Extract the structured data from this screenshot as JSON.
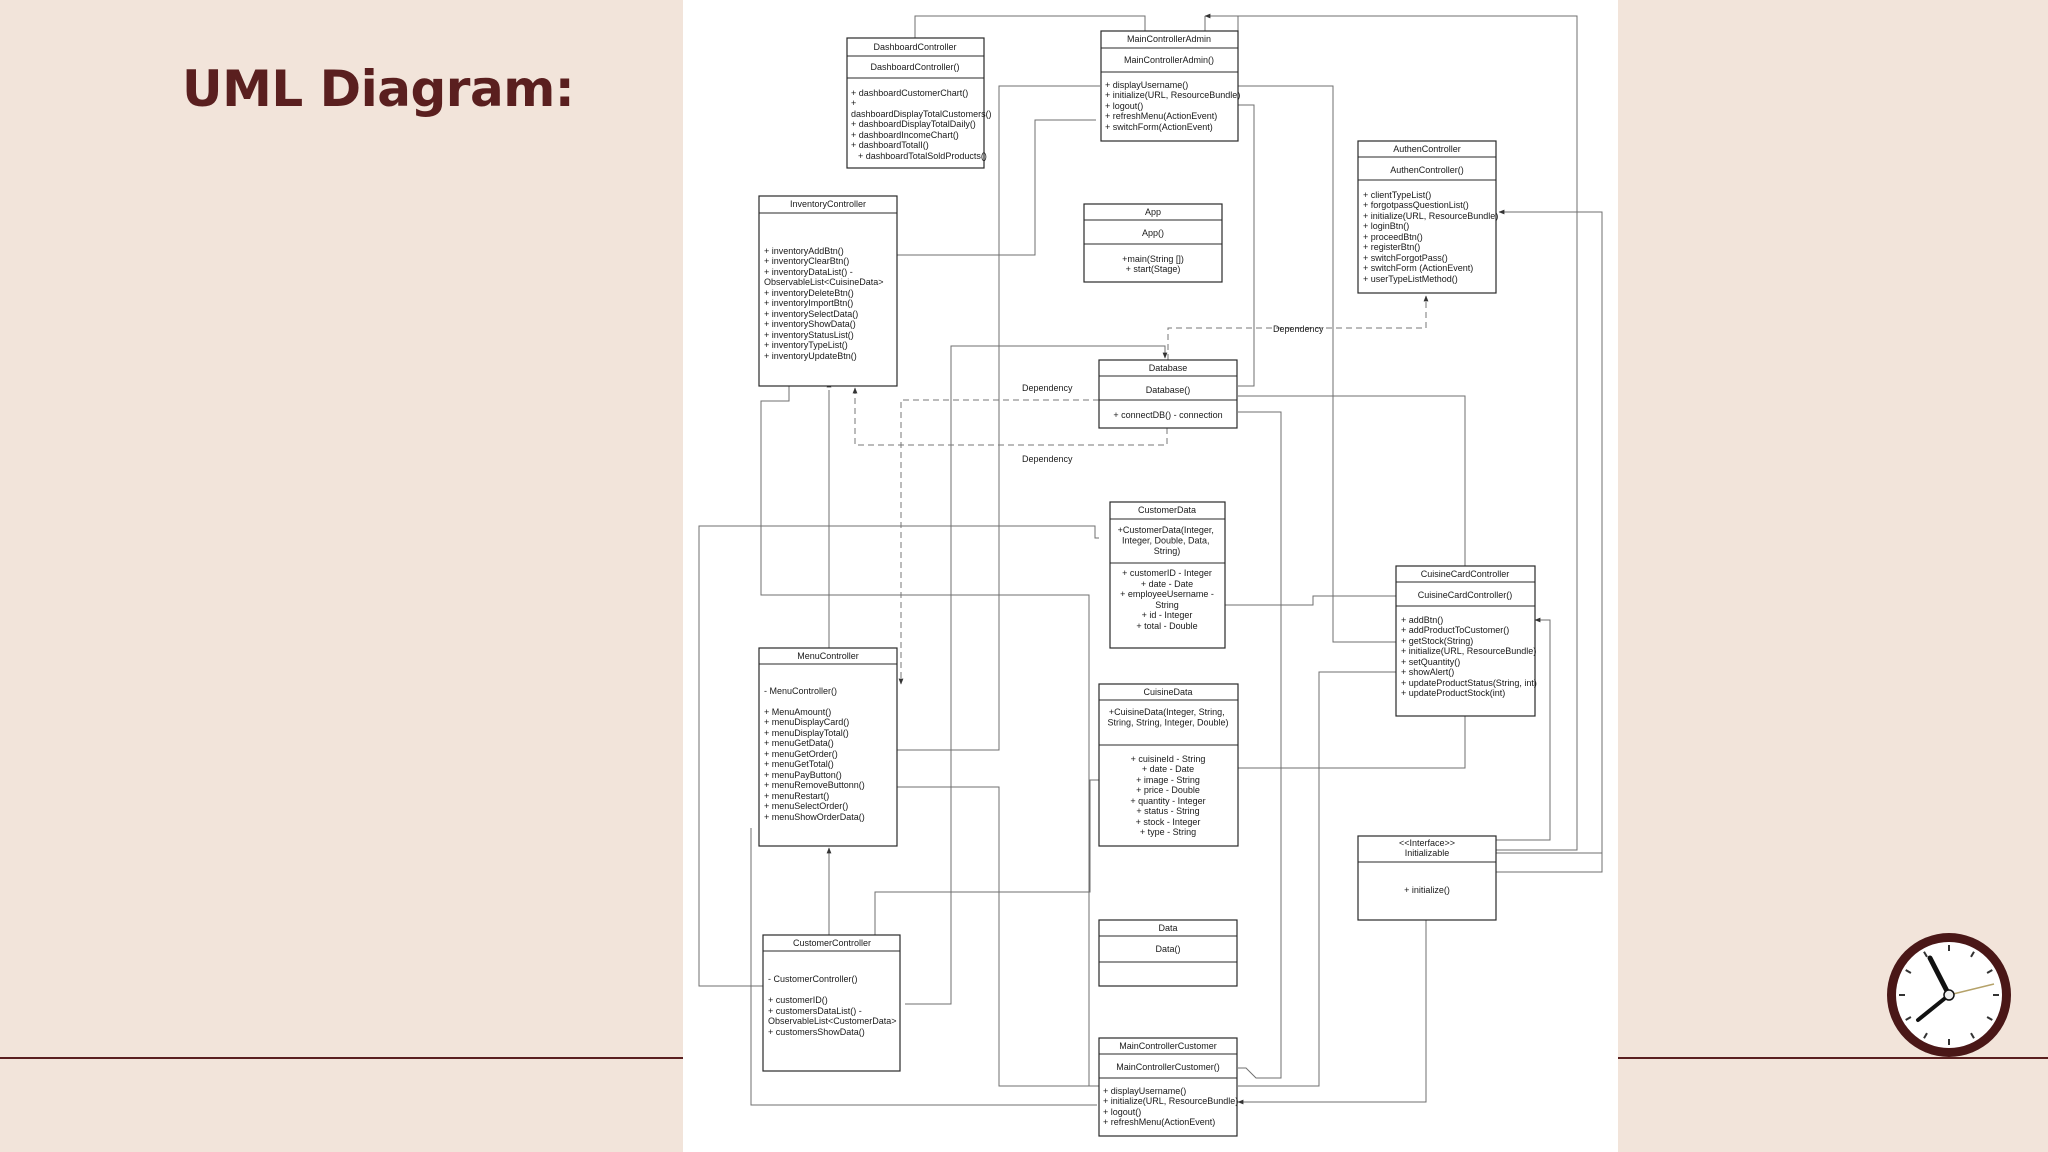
{
  "slide": {
    "title": "UML Diagram:"
  },
  "colors": {
    "background": "#f2e4da",
    "accent": "#5a1f1f",
    "panel": "#ffffff"
  },
  "diagram": {
    "classes": [
      {
        "id": "dashboard",
        "name": "DashboardController",
        "constructor": "DashboardController()",
        "members": [
          "+ dashboardCustomerChart()",
          "+",
          "dashboardDisplayTotalCustomers()",
          "+ dashboardDisplayTotalDaily()",
          "+ dashboardIncomeChart()",
          "+ dashboardTotalI()",
          "+ dashboardTotalSoldProducts()"
        ]
      },
      {
        "id": "mainAdmin",
        "name": "MainControllerAdmin",
        "constructor": "MainControllerAdmin()",
        "members": [
          "+ displayUsername()",
          "+ initialize(URL, ResourceBundle)",
          "+ logout()",
          "+ refreshMenu(ActionEvent)",
          "+ switchForm(ActionEvent)"
        ]
      },
      {
        "id": "authen",
        "name": "AuthenController",
        "constructor": "AuthenController()",
        "members": [
          "+ clientTypeList()",
          "+ forgotpassQuestionList()",
          "+ initialize(URL, ResourceBundle)",
          "+ loginBtn()",
          "+ proceedBtn()",
          "+ registerBtn()",
          "+ switchForgotPass()",
          "+ switchForm (ActionEvent)",
          "+ userTypeListMethod()"
        ]
      },
      {
        "id": "inventory",
        "name": "InventoryController",
        "constructor": "",
        "members": [
          "+ inventoryAddBtn()",
          "+ inventoryClearBtn()",
          "+ inventoryDataList() -",
          "ObservableList<CuisineData>",
          "+ inventoryDeleteBtn()",
          "+ inventoryImportBtn()",
          "+ inventorySelectData()",
          "+ inventoryShowData()",
          "+ inventoryStatusList()",
          "+ inventoryTypeList()",
          "+ inventoryUpdateBtn()"
        ]
      },
      {
        "id": "app",
        "name": "App",
        "constructor": "App()",
        "members": [
          "+main(String [])",
          "+ start(Stage)"
        ]
      },
      {
        "id": "database",
        "name": "Database",
        "constructor": "Database()",
        "members": [
          "+ connectDB() - connection"
        ]
      },
      {
        "id": "customerData",
        "name": "CustomerData",
        "constructor": "+CustomerData(Integer, Integer, Double, Data, String)",
        "members": [
          "+ customerID  - Integer",
          "+ date - Date",
          "+ employeeUsername -",
          "String",
          "+ id - Integer",
          "+ total - Double"
        ]
      },
      {
        "id": "cuisineCard",
        "name": "CuisineCardController",
        "constructor": "CuisineCardController()",
        "members": [
          "+ addBtn()",
          "+ addProductToCustomer()",
          "+ getStock(String)",
          "+ initialize(URL, ResourceBundle)",
          "+ setQuantity()",
          "+ showAlert()",
          "+ updateProductStatus(String, int)",
          "+ updateProductStock(int)"
        ]
      },
      {
        "id": "menu",
        "name": "MenuController",
        "constructor": "",
        "members": [
          "- MenuController()",
          "",
          "+ MenuAmount()",
          "+ menuDisplayCard()",
          "+ menuDisplayTotal()",
          "+ menuGetData()",
          "+ menuGetOrder()",
          "+ menuGetTotal()",
          "+ menuPayButton()",
          "+ menuRemoveButtonn()",
          "+ menuRestart()",
          "+ menuSelectOrder()",
          "+ menuShowOrderData()"
        ]
      },
      {
        "id": "cuisineData",
        "name": "CuisineData",
        "constructor": "+CuisineData(Integer, String, String, String, Integer, Double)",
        "members": [
          "+ cuisineId  - String",
          "+ date - Date",
          "+ image - String",
          "+ price - Double",
          "+ quantity - Integer",
          "+ status - String",
          "+ stock - Integer",
          "+ type - String"
        ]
      },
      {
        "id": "initializable",
        "name": "<<Interface>>",
        "subtitle": "Initializable",
        "constructor": "",
        "members": [
          "+ initialize()"
        ]
      },
      {
        "id": "customerCtrl",
        "name": "CustomerController",
        "constructor": "",
        "members": [
          "- CustomerController()",
          "",
          "+ customerID()",
          "+ customersDataList() -",
          "ObservableList<CustomerData>",
          "+ customersShowData()"
        ]
      },
      {
        "id": "data",
        "name": "Data",
        "constructor": "Data()",
        "members": []
      },
      {
        "id": "mainCustomer",
        "name": "MainControllerCustomer",
        "constructor": "MainControllerCustomer()",
        "members": [
          "+ displayUsername()",
          "+ initialize(URL, ResourceBundle)",
          "+ logout()",
          "+ refreshMenu(ActionEvent)"
        ]
      }
    ],
    "dependency_labels": [
      "Dependency",
      "Dependency",
      "Dependency"
    ]
  }
}
